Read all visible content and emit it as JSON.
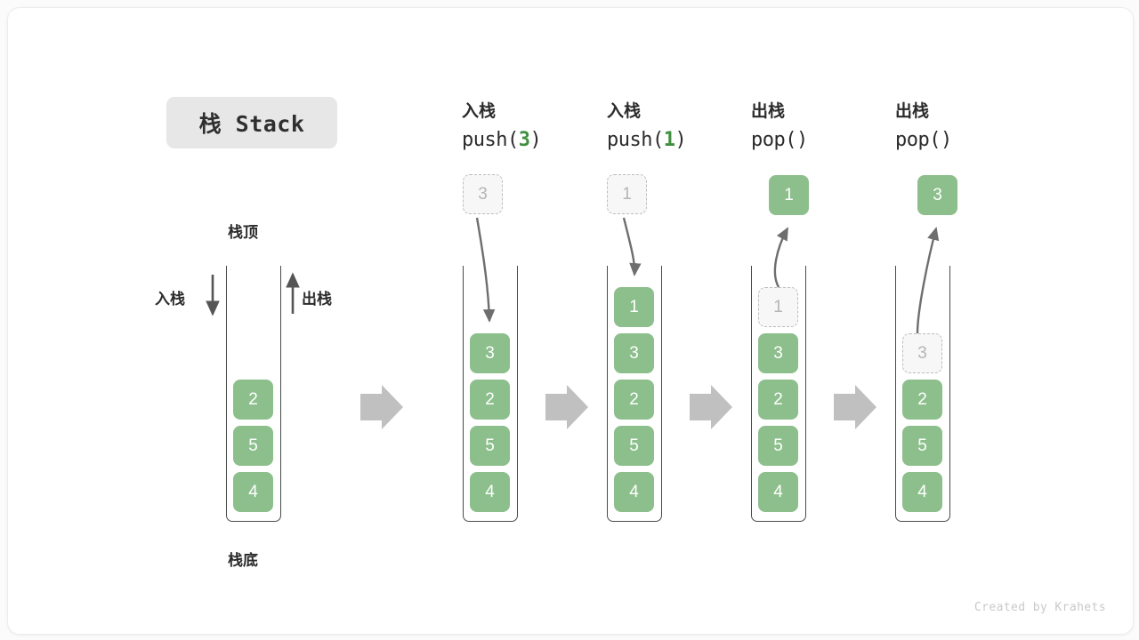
{
  "title": {
    "text": "栈 Stack"
  },
  "labels": {
    "top_of_stack": "栈顶",
    "bottom_of_stack": "栈底",
    "push_side": "入栈",
    "pop_side": "出栈"
  },
  "colors": {
    "element_green": "#8cbf8c",
    "code_number_green": "#3f8f3f",
    "ghost_border": "#bdbdbd",
    "ghost_fill": "#f7f7f7",
    "ghost_text": "#b5b5b5",
    "container_stroke": "#4a4a4a",
    "flow_arrow": "#c0c0c0",
    "curve_arrow": "#6e6e6e",
    "title_chip_bg": "#e7e7e7",
    "page_bg": "#ffffff"
  },
  "credit": "Created by Krahets",
  "columns": [
    {
      "id": "initial",
      "header_cn": "",
      "header_code_prefix": "",
      "header_code_num": "",
      "header_code_suffix": "",
      "stack": [
        "2",
        "5",
        "4"
      ],
      "ghost_in_stack": null,
      "incoming_ghost": null,
      "result": null
    },
    {
      "id": "push-3",
      "header_cn": "入栈",
      "header_code_prefix": "push(",
      "header_code_num": "3",
      "header_code_suffix": ")",
      "stack": [
        "3",
        "2",
        "5",
        "4"
      ],
      "ghost_in_stack": null,
      "incoming_ghost": "3",
      "result": null
    },
    {
      "id": "push-1",
      "header_cn": "入栈",
      "header_code_prefix": "push(",
      "header_code_num": "1",
      "header_code_suffix": ")",
      "stack": [
        "1",
        "3",
        "2",
        "5",
        "4"
      ],
      "ghost_in_stack": null,
      "incoming_ghost": "1",
      "result": null
    },
    {
      "id": "pop-1",
      "header_cn": "出栈",
      "header_code_prefix": "pop(",
      "header_code_num": "",
      "header_code_suffix": ")",
      "stack": [
        "3",
        "2",
        "5",
        "4"
      ],
      "ghost_in_stack": "1",
      "incoming_ghost": null,
      "result": "1"
    },
    {
      "id": "pop-3",
      "header_cn": "出栈",
      "header_code_prefix": "pop(",
      "header_code_num": "",
      "header_code_suffix": ")",
      "stack": [
        "2",
        "5",
        "4"
      ],
      "ghost_in_stack": "3",
      "incoming_ghost": null,
      "result": "3"
    }
  ],
  "flow_arrows": 4
}
